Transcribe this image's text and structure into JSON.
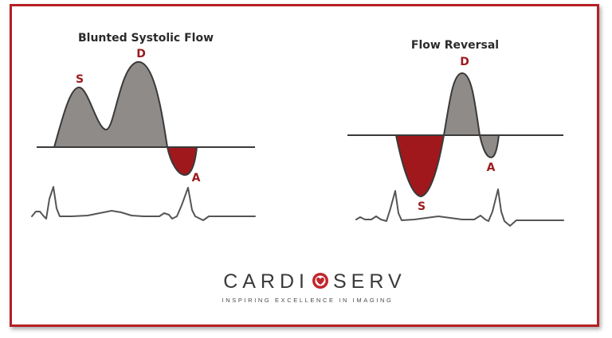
{
  "left_panel": {
    "title": "Blunted Systolic Flow",
    "labels": {
      "s": "S",
      "d": "D",
      "a": "A"
    }
  },
  "right_panel": {
    "title": "Flow Reversal",
    "labels": {
      "s": "S",
      "d": "D",
      "a": "A"
    }
  },
  "logo": {
    "text_left": "CARDI",
    "text_right": "SERV",
    "tagline": "INSPIRING EXCELLENCE IN IMAGING"
  },
  "colors": {
    "frame": "#b51f24",
    "forward_flow": "#8f8b88",
    "reverse_flow": "#a0181c",
    "outline": "#3a3a3a",
    "ecg": "#555555"
  }
}
